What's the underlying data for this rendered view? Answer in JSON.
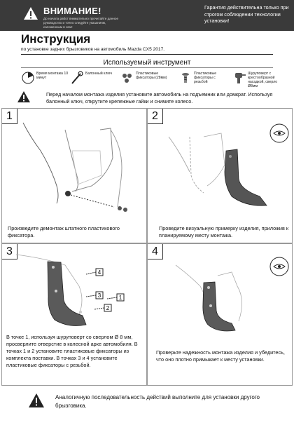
{
  "header": {
    "title": "ВНИМАНИЕ!",
    "subtitle": "До начала работ внимательно прочитайте данное руководство и точно следуйте указаниям, изложенным в нем!",
    "warranty_text": "Гарантия действительна только при строгом соблюдении технологии установки!",
    "background_color": "#3a3a3a"
  },
  "document": {
    "title": "Инструкция",
    "subtitle": "по установке задних брызговиков на автомобиль Mazda CX5 2017."
  },
  "tools": {
    "title": "Используемый инструмент",
    "items": [
      {
        "icon": "clock-icon",
        "label": "Время монтажа 10 минут"
      },
      {
        "icon": "wrench-icon",
        "label": "Балонный ключ"
      },
      {
        "icon": "plastic-clips-icon",
        "label": "Пластиковые фиксаторы (28мм)"
      },
      {
        "icon": "threaded-clips-icon",
        "label": "Пластиковые фиксаторы с резьбой"
      },
      {
        "icon": "screwdriver-icon",
        "label": "Шуруповерт с крестообразной насадкой, сверло Ø8мм"
      }
    ]
  },
  "intro": {
    "text": "Перед началом монтажа изделия установите автомобиль на подъемник или домкрат. Используя балонный ключ, открутите крепежные гайки и снимите колесо."
  },
  "steps": [
    {
      "number": "1",
      "text": "Произведите демонтаж штатного пластикового фиксатора."
    },
    {
      "number": "2",
      "text": "Проведите визуальную примерку изделия, приложив к планируемому месту монтажа."
    },
    {
      "number": "3",
      "text": "В точке 1, используя шуруповерт со сверлом Ø 8 мм, просверлите отверстие в колесной арке автомобиля. В точках 1 и 2 установите пластиковые фиксаторы из комплекта поставки. В точках 3 и 4 установите пластиковые фиксаторы с резьбой.",
      "callouts": [
        "4",
        "3",
        "1",
        "2"
      ]
    },
    {
      "number": "4",
      "text": "Проверьте надежность монтажа изделия и убедитесь, что оно плотно примыкает к месту установки."
    }
  ],
  "footer": {
    "text": "Аналогичную последовательность действий выполните для установки другого брызговика."
  }
}
